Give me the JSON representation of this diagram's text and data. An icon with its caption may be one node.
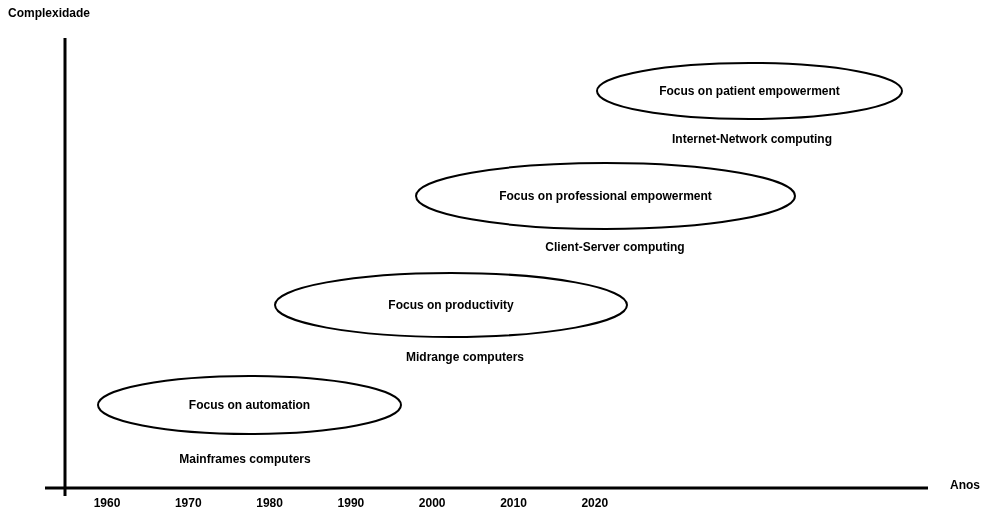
{
  "diagram": {
    "nodes": [
      {
        "text": [
          "Focus on automation"
        ],
        "beside": [
          "Mainframes computers"
        ]
      },
      {
        "text": [
          "Focus on productivity"
        ],
        "beside": [
          "Midrange computers"
        ]
      },
      {
        "text": [
          "Focus on professional empowerment"
        ],
        "beside": [
          "Client-Server computing"
        ]
      },
      {
        "text": [
          "Focus on patient empowerment"
        ],
        "beside": [
          "Internet-Network computing"
        ]
      }
    ],
    "labels": [
      "Complexidade",
      "Anos",
      "1960",
      "1970",
      "1980",
      "1990",
      "2000",
      "2010",
      "2020"
    ]
  }
}
